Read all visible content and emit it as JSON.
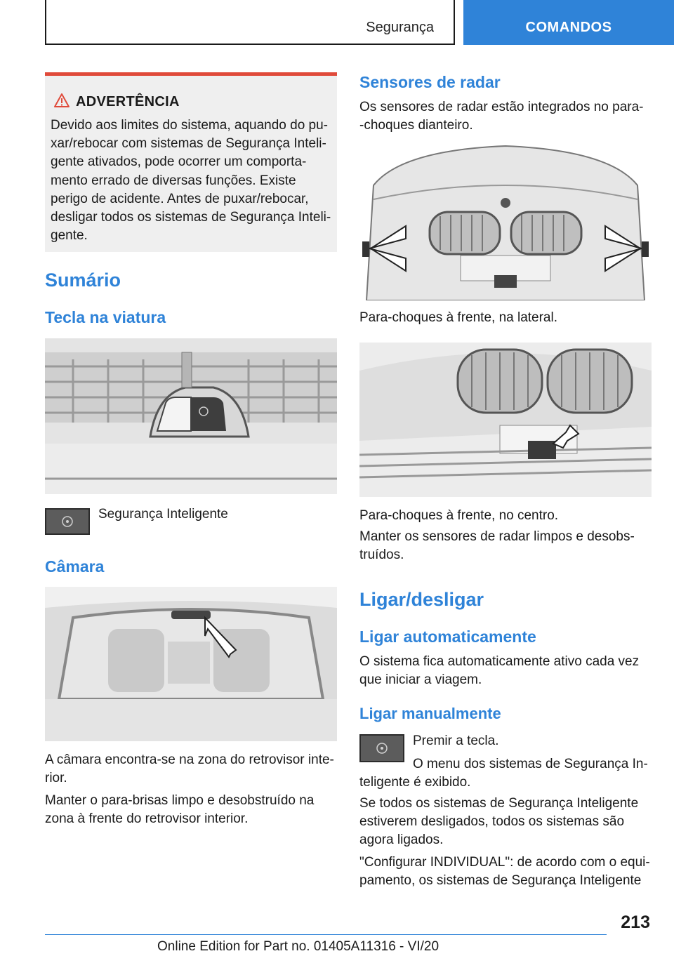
{
  "header": {
    "section": "Segurança",
    "tab": "COMANDOS"
  },
  "warning": {
    "title": "ADVERTÊNCIA",
    "lines": [
      "Devido aos limites do sistema, aquando do pu‐",
      "xar/rebocar com sistemas de Segurança Inteli‐",
      "gente ativados, pode ocorrer um comporta‐",
      "mento errado de diversas funções. Existe",
      "perigo de acidente. Antes de puxar/rebocar,",
      "desligar todos os sistemas de Segurança Inteli‐",
      "gente."
    ]
  },
  "left": {
    "h_summary": "Sumário",
    "h_button": "Tecla na viatura",
    "key_label": "Segurança Inteligente",
    "h_camera": "Câmara",
    "camera_caption_lines": [
      "A câmara encontra-se na zona do retrovisor inte‐",
      "rior."
    ],
    "camera_keep_lines": [
      "Manter o para-brisas limpo e desobstruído na",
      "zona à frente do retrovisor interior."
    ]
  },
  "right": {
    "h_radar": "Sensores de radar",
    "radar_intro_lines": [
      "Os sensores de radar estão integrados no para-",
      "-choques dianteiro."
    ],
    "caption_side": "Para-choques à frente, na lateral.",
    "caption_center": "Para-choques à frente, no centro.",
    "keep_lines": [
      "Manter os sensores de radar limpos e desobs‐",
      "truídos."
    ],
    "h_onoff": "Ligar/desligar",
    "h_auto": "Ligar automaticamente",
    "auto_lines": [
      "O sistema fica automaticamente ativo cada vez",
      "que iniciar a viagem."
    ],
    "h_manual": "Ligar manualmente",
    "press_key": "Premir a tecla.",
    "menu_line1": "O menu dos sistemas de Segurança In‐",
    "menu_line2": "teligente é exibido.",
    "all_off_lines": [
      "Se todos os sistemas de Segurança Inteligente",
      "estiverem desligados, todos os sistemas são",
      "agora ligados."
    ],
    "config_lines": [
      "\"Configurar INDIVIDUAL\": de acordo com o equi‐",
      "pamento, os sistemas de Segurança Inteligente"
    ]
  },
  "footer": {
    "page": "213",
    "edition": "Online Edition for Part no. 01405A11316 - VI/20"
  }
}
